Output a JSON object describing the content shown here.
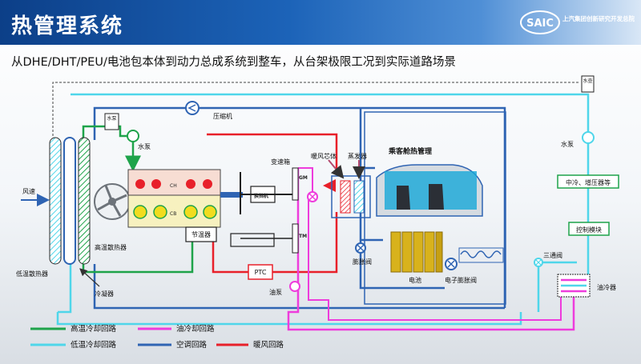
{
  "header": {
    "title": "热管理系统",
    "logo_text": "SAIC",
    "logo_sub": "上汽集团创新研究开发总院"
  },
  "subtitle": "从DHE/DHT/PEU/电池包本体到动力总成系统到整车，从台架极限工况到实际道路场景",
  "diagram": {
    "wind_speed": "风速",
    "low_temp_radiator": "低温散热器",
    "condenser": "冷凝器",
    "high_temp_radiator": "高温散热器",
    "water_pump_left_box": "水泵",
    "water_pump_left": "水泵",
    "compressor": "压缩机",
    "ch_label": "CH",
    "cb_label": "CB",
    "thermostat": "节温器",
    "gearbox": "变速箱",
    "gm_label": "GM",
    "tm_label": "TM",
    "shift_label": "换挡机",
    "ptc": "PTC",
    "oil_pump": "油泵",
    "heater_core": "暖风芯体",
    "evaporator": "蒸发器",
    "cabin": "乘客舱热管理",
    "expansion_valve": "膨胀阀",
    "battery": "电池",
    "e_expansion_valve": "电子膨胀阀",
    "water_box_right": "水壶",
    "water_pump_right": "水泵",
    "cooling_box": "中冷、增压器等",
    "control_module": "控制模块",
    "three_way_valve": "三通阀",
    "oil_cooler": "油冷器"
  },
  "legend": [
    {
      "label": "高温冷却回路",
      "color": "#1ea34a"
    },
    {
      "label": "油冷却回路",
      "color": "#ee3cdc"
    },
    {
      "label": "低温冷却回路",
      "color": "#4fd6ea"
    },
    {
      "label": "空调回路",
      "color": "#2f64b3"
    },
    {
      "label": "暖风回路",
      "color": "#e8202a"
    }
  ],
  "colors": {
    "high_temp": "#1ea34a",
    "oil": "#ee3cdc",
    "low_temp": "#4fd6ea",
    "ac": "#2f64b3",
    "heater": "#e8202a"
  }
}
